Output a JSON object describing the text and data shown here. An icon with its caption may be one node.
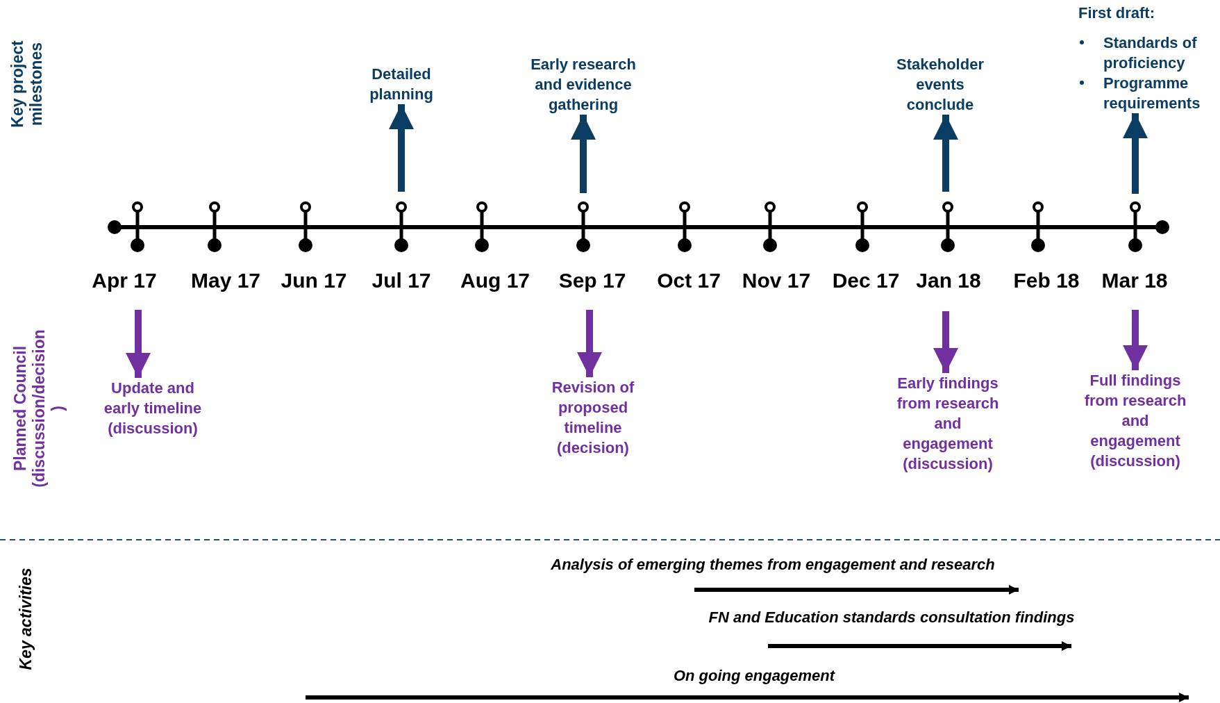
{
  "diagram": {
    "nodes": [
      {
        "text": [
          "Detailed planning"
        ]
      },
      {
        "text": [
          "Early research and evidence gathering"
        ]
      },
      {
        "text": [
          "Stakeholder events conclude"
        ]
      },
      {
        "text": [
          "First draft:",
          "Standards of proficiency",
          "Programme requirements"
        ]
      },
      {
        "text": [
          "Update and early timeline (discussion)"
        ]
      },
      {
        "text": [
          "Revision of proposed timeline (decision)"
        ]
      },
      {
        "text": [
          "Early findings from research and engagement (discussion)"
        ]
      },
      {
        "text": [
          "Full findings from research and engagement (discussion)"
        ]
      }
    ],
    "edges": [
      {
        "from": null,
        "to": 0,
        "arrow": "to",
        "color": "#0b3d62"
      },
      {
        "from": null,
        "to": 1,
        "arrow": "to",
        "color": "#0b3d62"
      },
      {
        "from": null,
        "to": 2,
        "arrow": "to",
        "color": "#0b3d62"
      },
      {
        "from": null,
        "to": 3,
        "arrow": "to",
        "color": "#0b3d62"
      },
      {
        "from": null,
        "to": 4,
        "arrow": "to",
        "color": "#7030a0"
      },
      {
        "from": null,
        "to": 5,
        "arrow": "to",
        "color": "#7030a0"
      },
      {
        "from": null,
        "to": 6,
        "arrow": "to",
        "color": "#7030a0"
      },
      {
        "from": null,
        "to": 7,
        "arrow": "to",
        "color": "#7030a0"
      }
    ],
    "labels": [
      "Key project milestones",
      "Apr 17",
      "May 17",
      "Jun 17",
      "Jul 17",
      "Aug 17",
      "Sep 17",
      "Oct 17",
      "Nov 17",
      "Dec 17",
      "Jan 18",
      "Feb 18",
      "Mar 18",
      "Planned Council (discussion/decision )",
      "Key activities",
      "Analysis of emerging themes from engagement and research",
      "FN and Education standards consultation findings",
      "On going engagement"
    ]
  }
}
